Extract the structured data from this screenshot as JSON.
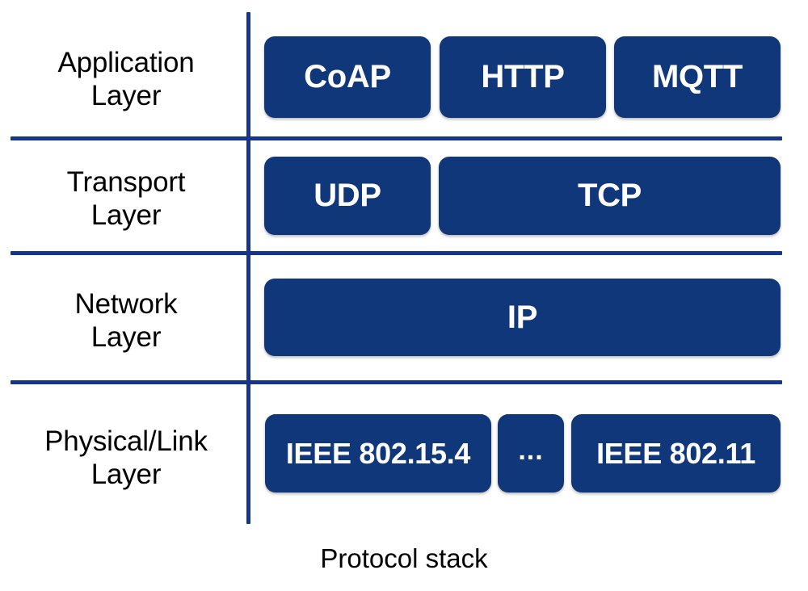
{
  "figure": {
    "caption": "Protocol stack",
    "accent_color": "#16358a",
    "box_color": "#11377b",
    "box_text_color": "#ffffff",
    "label_text_color": "#000000",
    "background_color": "#ffffff"
  },
  "layers": [
    {
      "label_line1": "Application",
      "label_line2": "Layer",
      "boxes": [
        {
          "label": "CoAP"
        },
        {
          "label": "HTTP"
        },
        {
          "label": "MQTT"
        }
      ]
    },
    {
      "label_line1": "Transport",
      "label_line2": "Layer",
      "boxes": [
        {
          "label": "UDP"
        },
        {
          "label": "TCP"
        }
      ]
    },
    {
      "label_line1": "Network",
      "label_line2": "Layer",
      "boxes": [
        {
          "label": "IP"
        }
      ]
    },
    {
      "label_line1": "Physical/Link",
      "label_line2": "Layer",
      "boxes": [
        {
          "label": "IEEE 802.15.4"
        },
        {
          "label": "..."
        },
        {
          "label": "IEEE 802.11"
        }
      ]
    }
  ]
}
